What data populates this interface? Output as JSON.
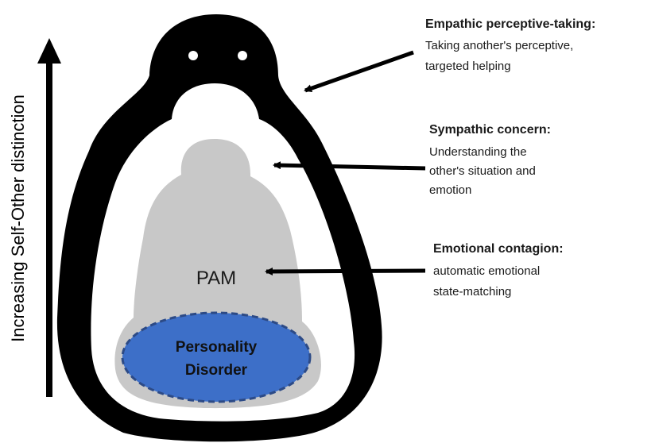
{
  "axis": {
    "label": "Increasing Self-Other distinction"
  },
  "layers": [
    {
      "title": "Empathic perceptive-taking:",
      "description_lines": [
        "Taking another's perceptive,",
        "targeted helping"
      ]
    },
    {
      "title": "Sympathic concern:",
      "description_lines": [
        "Understanding the",
        "other's situation and",
        "emotion"
      ]
    },
    {
      "title": "Emotional contagion:",
      "description_lines": [
        "automatic emotional",
        "state-matching"
      ]
    }
  ],
  "core": {
    "pam_label": "PAM",
    "disorder_lines": [
      "Personality",
      "Disorder"
    ]
  },
  "colors": {
    "outer_shape": "#000000",
    "middle_shape": "#c8c8c8",
    "core_fill": "#3d6fc8",
    "core_border": "#2c4a86",
    "arrows": "#000000"
  }
}
